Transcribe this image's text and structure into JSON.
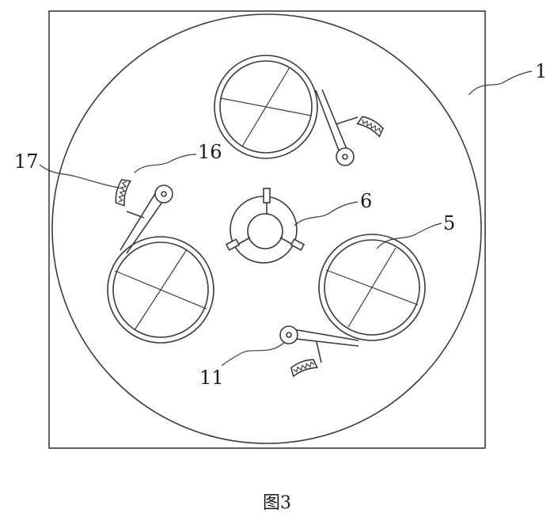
{
  "labels": {
    "l1": "1",
    "l5": "5",
    "l6": "6",
    "l11": "11",
    "l16": "16",
    "l17": "17"
  },
  "caption": "图3",
  "colors": {
    "stroke": "#3a3a3a",
    "background": "#ffffff"
  }
}
